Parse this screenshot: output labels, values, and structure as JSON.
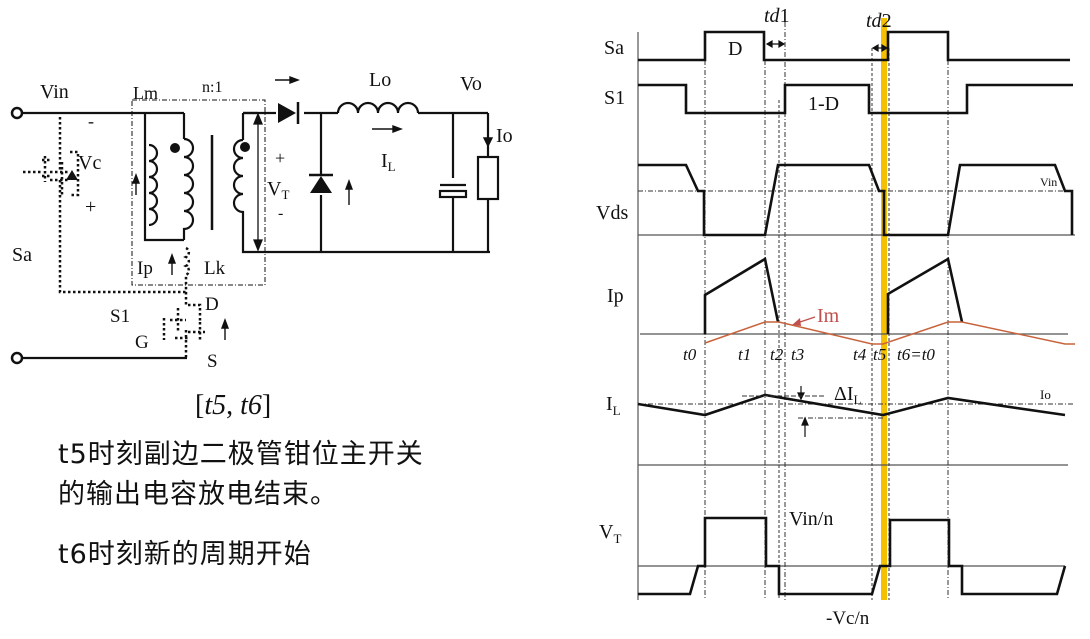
{
  "circuit": {
    "labels": {
      "vin": "Vin",
      "lm": "Lm",
      "ratio": "n:1",
      "vc": "Vc",
      "vc_minus": "-",
      "vc_plus": "+",
      "sa": "Sa",
      "ip": "Ip",
      "lk": "Lk",
      "s1": "S1",
      "gate": "G",
      "drain": "D",
      "source": "S",
      "vt": "V",
      "vt_sub": "T",
      "vt_plus": "+",
      "vt_minus": "-",
      "lo": "Lo",
      "vo": "Vo",
      "il": "I",
      "il_sub": "L",
      "io": "Io"
    }
  },
  "caption": {
    "interval_open": "[",
    "interval_t5": "t5",
    "interval_sep": ", ",
    "interval_t6": "t6",
    "interval_close": "]",
    "line1": "t5时刻副边二极管钳位主开关",
    "line2": "的输出电容放电结束。",
    "line3": "t6时刻新的周期开始"
  },
  "waveforms": {
    "signals": {
      "sa": "Sa",
      "s1": "S1",
      "vds": "Vds",
      "ip": "Ip",
      "il": "I",
      "il_sub": "L",
      "vt": "V",
      "vt_sub": "T"
    },
    "annotations": {
      "d": "D",
      "one_minus_d": "1-D",
      "td1": "td",
      "td1_num": "1",
      "td2": "td",
      "td2_num": "2",
      "vin": "Vin",
      "im": "Im",
      "delta_il": "ΔI",
      "delta_il_sub": "L",
      "io": "Io",
      "vin_n": "Vin/n",
      "neg_vc_n": "-Vc/n"
    },
    "time_markers": [
      "t0",
      "t1",
      "t2",
      "t3",
      "t4",
      "t5",
      "t6=t0"
    ],
    "highlight_marker": "t5",
    "colors": {
      "highlight": "#F5C000",
      "im_curve": "#C8643C",
      "im_label": "#C0504D",
      "trace": "#111111"
    }
  }
}
